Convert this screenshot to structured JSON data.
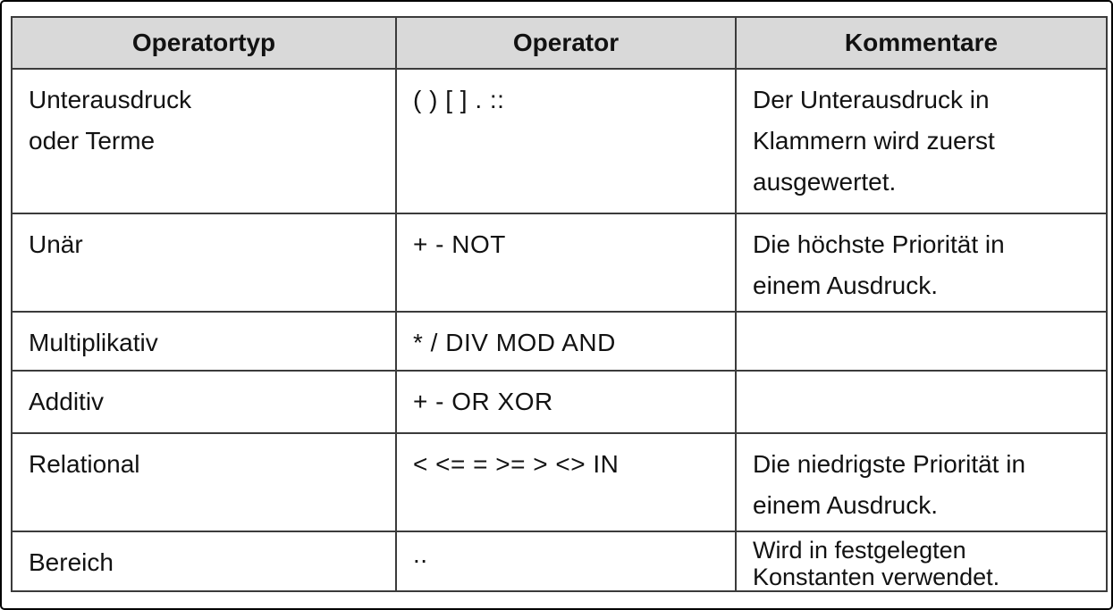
{
  "page": {
    "background_color": "#ffffff",
    "frame_border_color": "#000000",
    "text_color": "#121212"
  },
  "table": {
    "header_bg_color": "#d9d9d9",
    "grid_border_color": "#3b3b3b",
    "headers": [
      {
        "label": "Operatortyp"
      },
      {
        "label": "Operator"
      },
      {
        "label": "Kommentare"
      }
    ],
    "rows": [
      {
        "type": "Unterausdruck\noder Terme",
        "operator": "( ) [ ] . ::",
        "comment": "Der Unterausdruck in\nKlammern wird zuerst\nausgewertet."
      },
      {
        "type": "Unär",
        "operator": "+ - NOT",
        "comment": "Die höchste Priorität in\neinem Ausdruck."
      },
      {
        "type": "Multiplikativ",
        "operator": "* / DIV MOD AND",
        "comment": ""
      },
      {
        "type": "Additiv",
        "operator": "+ - OR XOR",
        "comment": ""
      },
      {
        "type": "Relational",
        "operator": "< <= = >= > <> IN",
        "comment": "Die niedrigste Priorität in\neinem Ausdruck."
      },
      {
        "type": "Bereich",
        "operator": "..",
        "comment": "Wird in festgelegten\nKonstanten verwendet."
      }
    ]
  }
}
